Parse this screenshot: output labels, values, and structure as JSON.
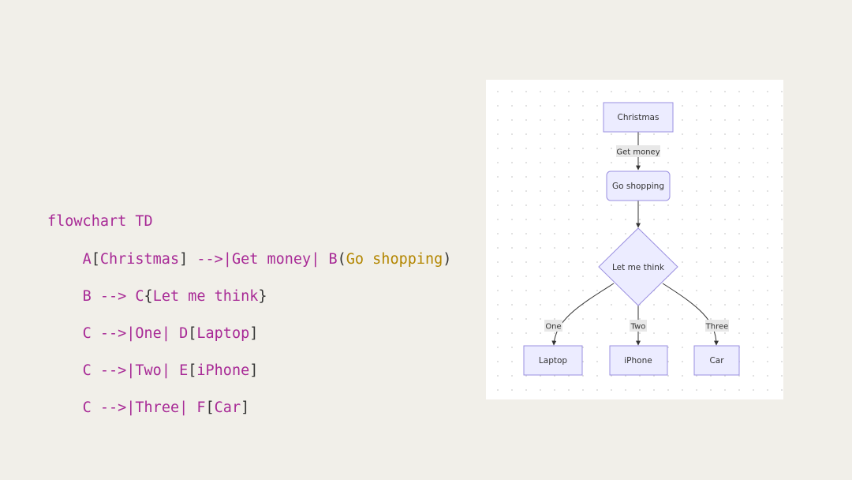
{
  "code": {
    "line1": [
      "flowchart TD"
    ],
    "line2": [
      "A",
      "[",
      "Christmas",
      "]",
      " -->|",
      "Get money",
      "| ",
      "B",
      "(",
      "Go shopping",
      ")"
    ],
    "line3": [
      "B",
      " --> ",
      "C",
      "{",
      "Let me think",
      "}"
    ],
    "line4": [
      "C",
      " -->|",
      "One",
      "| ",
      "D",
      "[",
      "Laptop",
      "]"
    ],
    "line5": [
      "C",
      " -->|",
      "Two",
      "| ",
      "E",
      "[",
      "iPhone",
      "]"
    ],
    "line6": [
      "C",
      " -->|",
      "Three",
      "| ",
      "F",
      "[",
      "Car",
      "]"
    ]
  },
  "diagram": {
    "nodes": {
      "christmas": "Christmas",
      "go_shopping": "Go shopping",
      "let_me_think": "Let me think",
      "laptop": "Laptop",
      "iphone": "iPhone",
      "car": "Car"
    },
    "edges": {
      "get_money": "Get money",
      "one": "One",
      "two": "Two",
      "three": "Three"
    }
  }
}
